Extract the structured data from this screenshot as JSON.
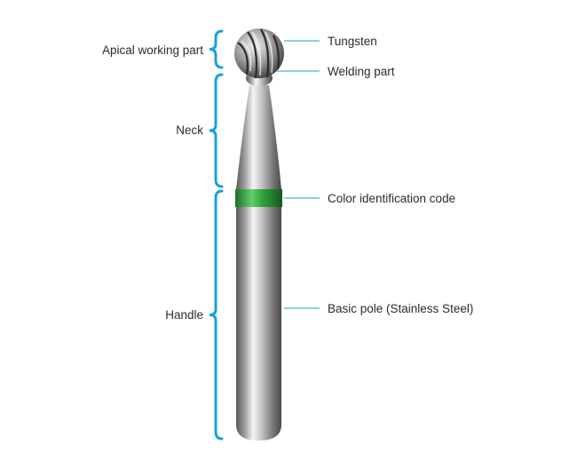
{
  "diagram": {
    "section_labels": {
      "apical": "Apical working part",
      "neck": "Neck",
      "handle": "Handle"
    },
    "part_labels": {
      "tungsten": "Tungsten",
      "welding": "Welding part",
      "color_code": "Color identification code",
      "basic_pole": "Basic pole (Stainless Steel)"
    },
    "colors": {
      "bracket": "#1aa0dc",
      "leader": "#1aa0dc",
      "color_band": "#2e9e3a",
      "steel_dark": "#5a5a5a",
      "steel_light": "#f4f4f4",
      "text": "#2b2b2b"
    }
  }
}
